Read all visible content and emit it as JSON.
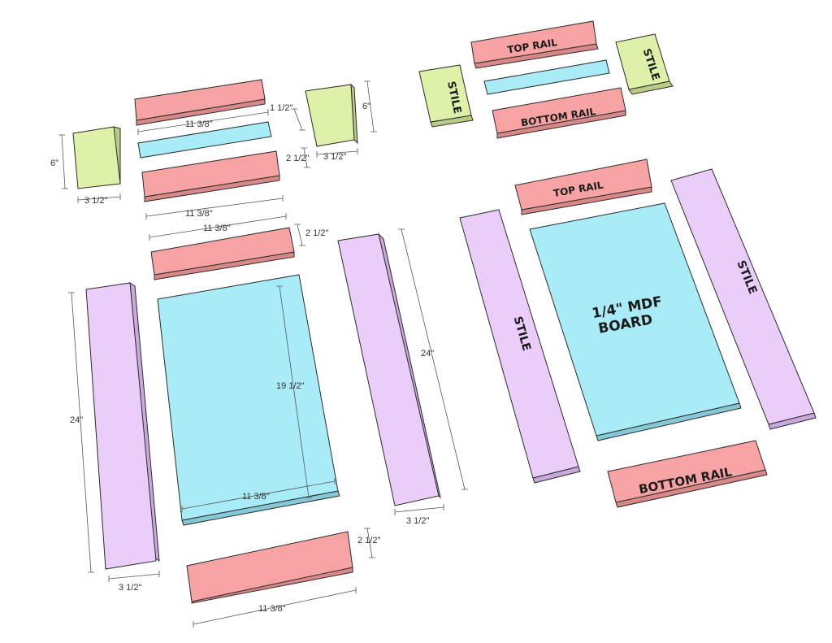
{
  "colors": {
    "rail": "#f7a3a3",
    "rail_dark": "#d98888",
    "stile": "#ebcdfa",
    "stile_dark": "#c9a8dd",
    "small_stile": "#dff0a8",
    "small_stile_dark": "#b9cc86",
    "panel": "#a8ecf7",
    "panel_dark": "#86c9d6",
    "outline": "#2b2b2b"
  },
  "left_assembly": {
    "small_door": {
      "top_rail_length": "11 3/8\"",
      "top_rail_width": "1 1/2\"",
      "bottom_rail_length": "11 3/8\"",
      "bottom_rail_width": "2 1/2\"",
      "left_stile_height": "6\"",
      "left_stile_width": "3 1/2\"",
      "right_stile_height": "6\"",
      "right_stile_width": "3 1/2\""
    },
    "large_door": {
      "top_rail_length": "11 3/8\"",
      "top_rail_width": "2 1/2\"",
      "left_stile_height": "24\"",
      "left_stile_width": "3 1/2\"",
      "panel_height": "19 1/2\"",
      "panel_width": "11 3/8\"",
      "right_stile_height": "24\"",
      "right_stile_width": "3 1/2\"",
      "bottom_rail_length": "11 3/8\"",
      "bottom_rail_width": "2 1/2\""
    }
  },
  "right_assembly": {
    "small_door": {
      "top_rail": "TOP RAIL",
      "bottom_rail": "BOTTOM RAIL",
      "left_stile": "STILE",
      "right_stile": "STILE"
    },
    "large_door": {
      "top_rail": "TOP RAIL",
      "bottom_rail": "BOTTOM RAIL",
      "left_stile": "STILE",
      "right_stile": "STILE",
      "panel_line1": "1/4\" MDF",
      "panel_line2": "BOARD"
    }
  }
}
